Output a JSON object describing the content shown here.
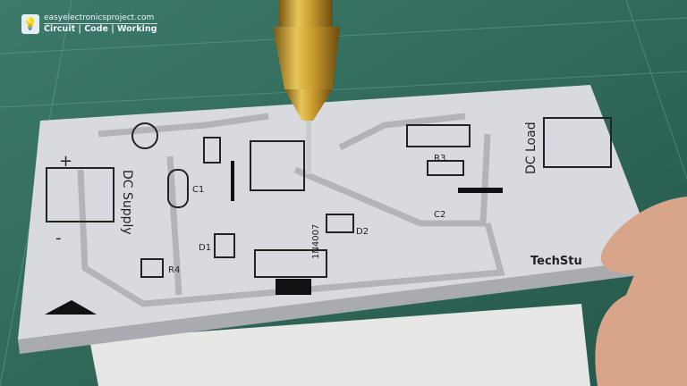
{
  "watermark": {
    "site": "easyelectronicsproject.com",
    "tagline": "Circuit | Code | Working"
  },
  "pcb_labels": {
    "dc_supply": "DC Supply",
    "dc_load": "DC Load",
    "brand": "TechStu",
    "r4": "R4",
    "d1": "D1",
    "c1": "C1",
    "c2": "C2",
    "d2": "D2",
    "diode_part": "1N4007",
    "r3": "R3",
    "plus": "+",
    "minus": "-"
  },
  "colors": {
    "mat": "#2f6b5c",
    "board": "#d9dadf",
    "trace": "#b2b4ba",
    "brass": "#c9a23a"
  }
}
